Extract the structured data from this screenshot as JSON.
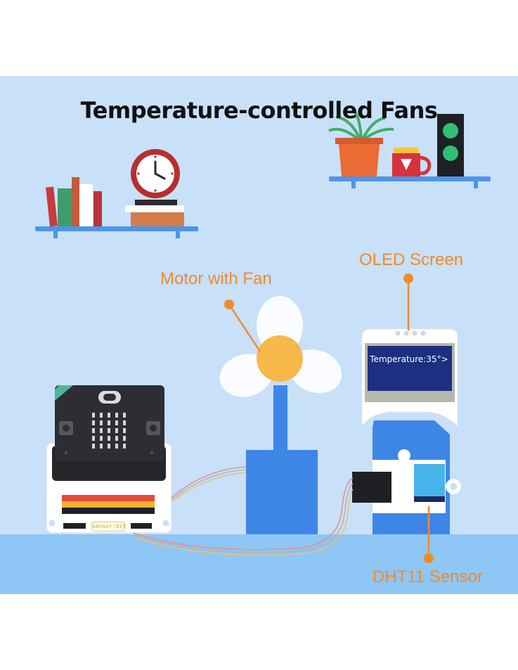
{
  "title": "Temperature-controlled Fans",
  "callouts": {
    "oled": "OLED Screen",
    "motor": "Motor with Fan",
    "sensor": "DHT11 Sensor"
  },
  "oled_display_text": "Temperature:35°>",
  "board_label": "sensor:bit",
  "colors": {
    "scene_background": "#c8e0f8",
    "floor": "#8ec6f5",
    "callout": "#f08a2c",
    "fan_blade": "#ffffff",
    "fan_hub": "#f7b84a",
    "fan_stand": "#3d86e6",
    "oled_screen": "#1c2f80"
  }
}
